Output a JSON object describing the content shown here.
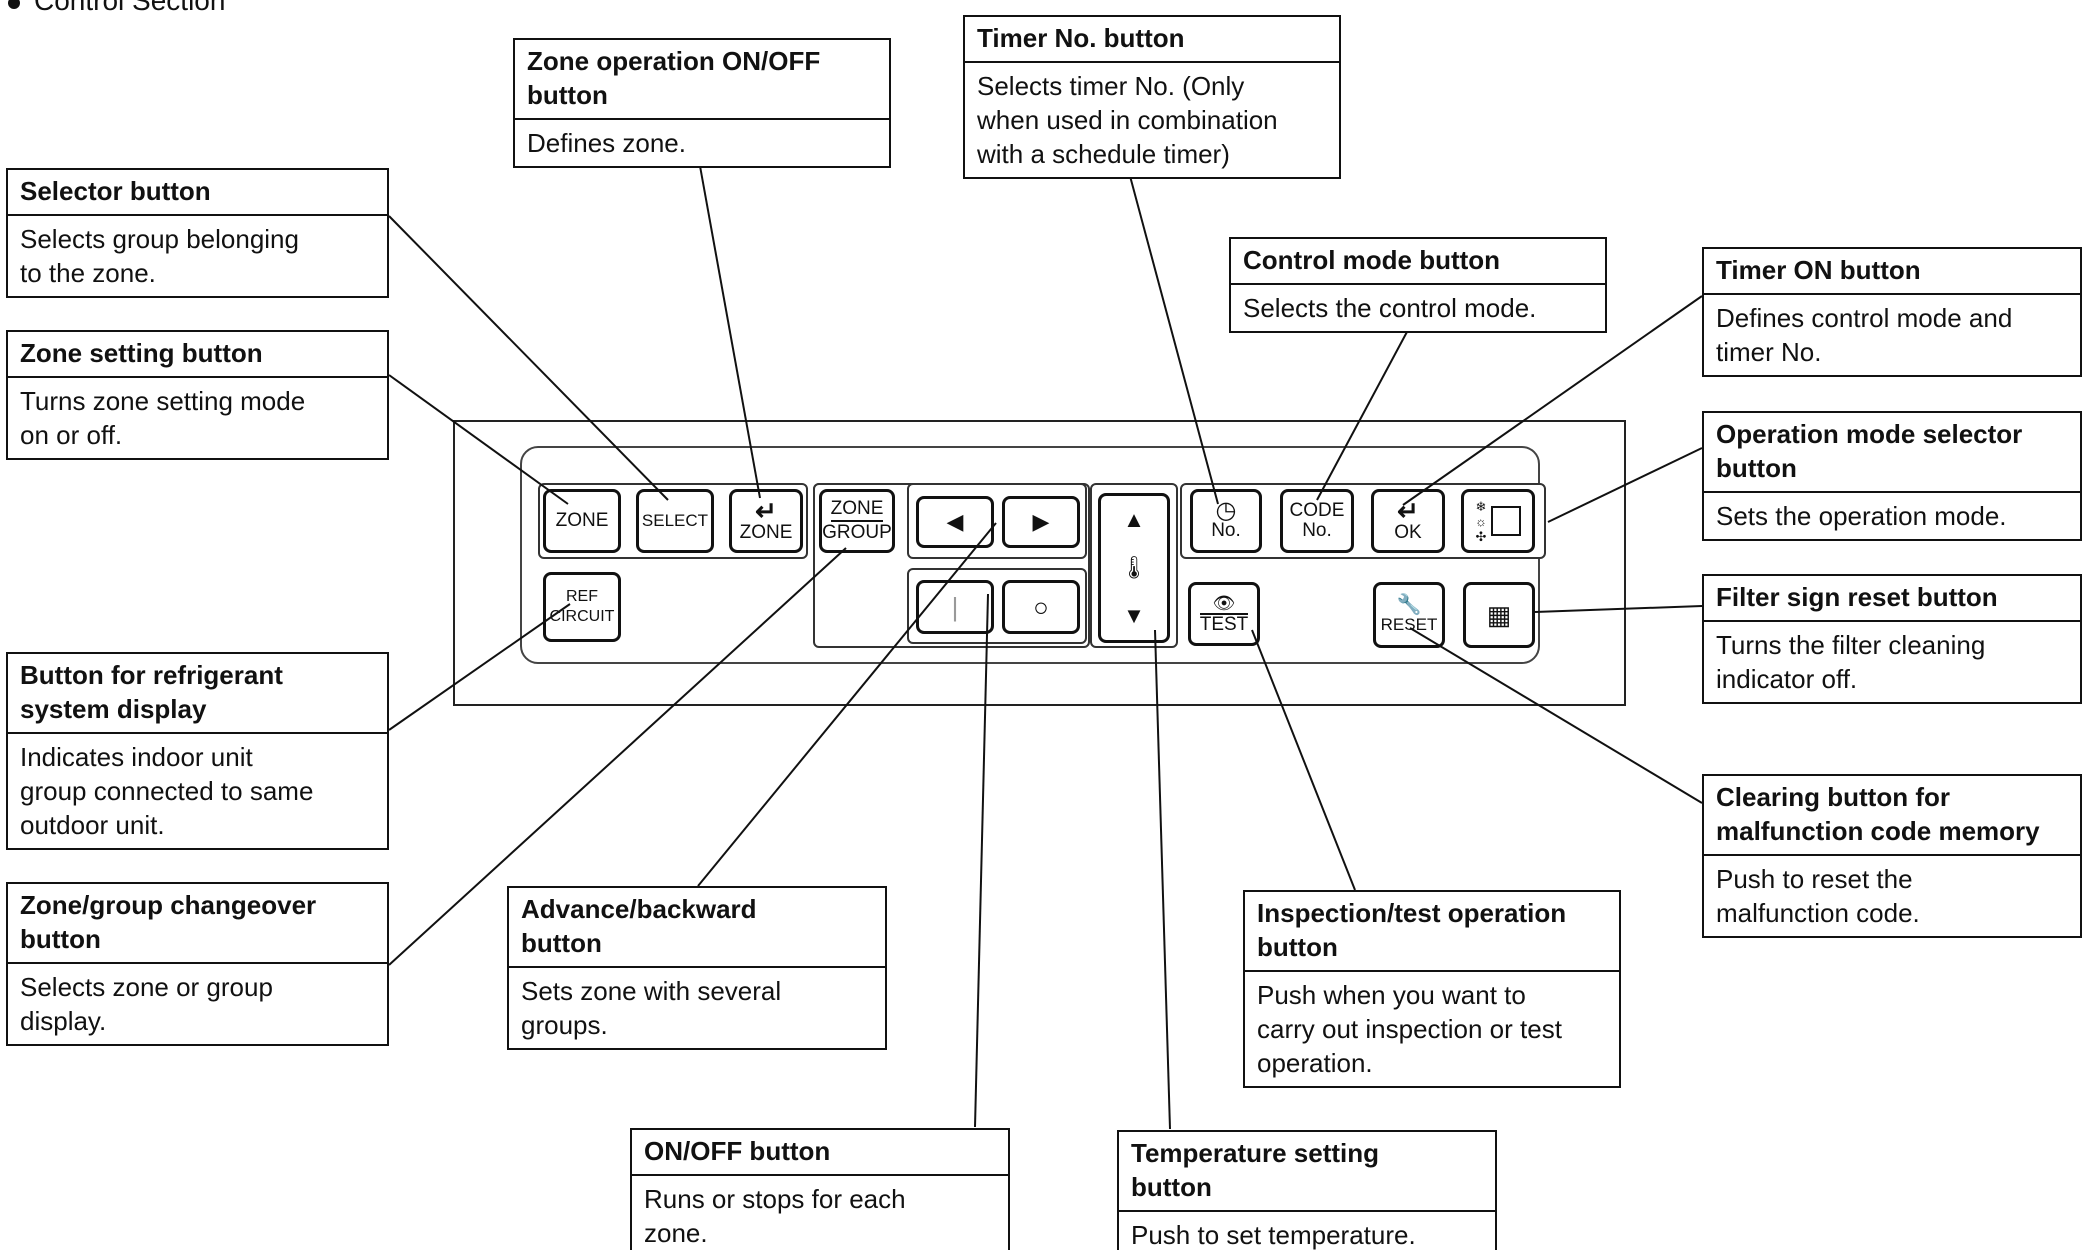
{
  "section_title": "Control Section",
  "panel": {
    "zone_label": "ZONE",
    "select_label": "SELECT",
    "zone_enter_label": "ZONE",
    "zone_group_top": "ZONE",
    "zone_group_bottom": "GROUP",
    "ref_top": "REF",
    "ref_bottom": "CIRCUIT",
    "timer_no_label": "No.",
    "code_top": "CODE",
    "code_bottom": "No.",
    "ok_label": "OK",
    "test_label": "TEST",
    "reset_label": "RESET",
    "left_arrow": "◀",
    "right_arrow": "▶",
    "up_arrow": "▲",
    "down_arrow": "▼",
    "on_glyph": "|",
    "off_glyph": "○",
    "enter_glyph": "↵",
    "clock_glyph": "◷",
    "thermo_glyph": "🌡",
    "eye_glyph": "👁",
    "wrench_glyph": "🔧",
    "filter_glyph": "▦",
    "mode_glyph_1": "❄",
    "mode_glyph_2": "☼",
    "mode_glyph_3": "✣"
  },
  "callouts": [
    {
      "id": "zone-onoff",
      "title": "Zone operation ON/OFF\nbutton",
      "desc": "Defines zone."
    },
    {
      "id": "timer-no",
      "title": "Timer No. button",
      "desc": "Selects timer No. (Only\nwhen used in combination\nwith a schedule timer)"
    },
    {
      "id": "selector",
      "title": "Selector button",
      "desc": "Selects group belonging\nto the zone."
    },
    {
      "id": "control-mode",
      "title": "Control mode button",
      "desc": "Selects the control mode."
    },
    {
      "id": "timer-on",
      "title": "Timer ON button",
      "desc": "Defines control mode and\ntimer No."
    },
    {
      "id": "zone-setting",
      "title": "Zone setting button",
      "desc": "Turns zone setting mode\non or off."
    },
    {
      "id": "op-mode",
      "title": "Operation mode selector\nbutton",
      "desc": "Sets the operation mode."
    },
    {
      "id": "filter-reset",
      "title": "Filter sign reset button",
      "desc": "Turns the filter cleaning\nindicator off."
    },
    {
      "id": "refrigerant",
      "title": "Button for refrigerant\nsystem display",
      "desc": "Indicates indoor unit\ngroup connected to same\noutdoor unit."
    },
    {
      "id": "clearing",
      "title": "Clearing button for\nmalfunction code memory",
      "desc": "Push to reset the\nmalfunction code."
    },
    {
      "id": "zone-group",
      "title": "Zone/group changeover\nbutton",
      "desc": "Selects zone or group\ndisplay."
    },
    {
      "id": "advance",
      "title": "Advance/backward\nbutton",
      "desc": "Sets zone with several\ngroups."
    },
    {
      "id": "inspection",
      "title": "Inspection/test operation\nbutton",
      "desc": "Push when you want to\ncarry out inspection or test\noperation."
    },
    {
      "id": "onoff",
      "title": "ON/OFF button",
      "desc": "Runs or stops for each\nzone."
    },
    {
      "id": "temperature",
      "title": "Temperature setting\nbutton",
      "desc": "Push to set temperature."
    }
  ]
}
